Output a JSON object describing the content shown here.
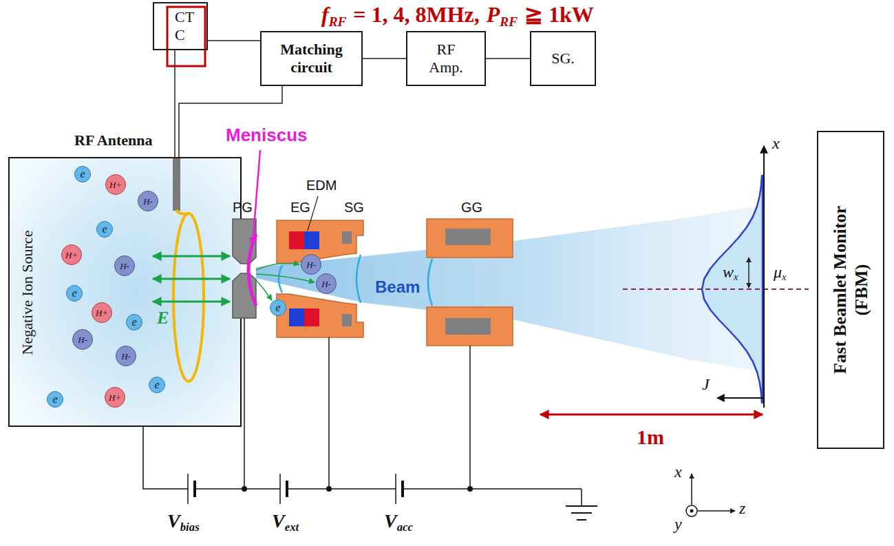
{
  "diagram": {
    "nodes": [
      {
        "text": [
          "CT C"
        ]
      },
      {
        "text": [
          "Matching circuit"
        ]
      },
      {
        "text": [
          "RF Amp."
        ]
      },
      {
        "text": [
          "SG."
        ]
      },
      {
        "text": [
          "Negative Ion Source"
        ]
      },
      {
        "text": [
          "e"
        ],
        "in": 4
      },
      {
        "text": [
          "H+"
        ],
        "in": 4
      },
      {
        "text": [
          "H-"
        ],
        "in": 4
      },
      {
        "text": [
          "e"
        ],
        "in": 4
      },
      {
        "text": [
          "H+"
        ],
        "in": 4
      },
      {
        "text": [
          "H-"
        ],
        "in": 4
      },
      {
        "text": [
          "e"
        ],
        "in": 4
      },
      {
        "text": [
          "H+"
        ],
        "in": 4
      },
      {
        "text": [
          "e"
        ],
        "in": 4
      },
      {
        "text": [
          "H-"
        ],
        "in": 4
      },
      {
        "text": [
          "H-"
        ],
        "in": 4
      },
      {
        "text": [
          "e"
        ],
        "in": 4
      },
      {
        "text": [
          "H+"
        ],
        "in": 4
      },
      {
        "text": [
          "e"
        ],
        "in": 4
      },
      {
        "text": [
          "H-"
        ]
      },
      {
        "text": [
          "H-"
        ]
      },
      {
        "text": [
          "e"
        ]
      },
      {
        "text": [
          "Fast Beamlet Monitor (FBM)"
        ]
      }
    ],
    "edges": [
      {
        "from": 0,
        "to": 1,
        "arrow": "none"
      },
      {
        "from": 1,
        "to": 2,
        "arrow": "none"
      },
      {
        "from": 2,
        "to": 3,
        "arrow": "none"
      }
    ],
    "labels": [
      "f",
      "RF",
      "= 1, 4, 8MHz,",
      "P",
      "RF",
      "≧ 1kW",
      "RF Antenna",
      "Meniscus",
      "EDM",
      "PG",
      "EG",
      "SG",
      "GG",
      "E",
      "Beam",
      "x",
      "w",
      "x",
      "μ",
      "x",
      "J",
      "1m",
      "V",
      "bias",
      "V",
      "ext",
      "V",
      "acc",
      "x",
      "y",
      "z"
    ]
  }
}
